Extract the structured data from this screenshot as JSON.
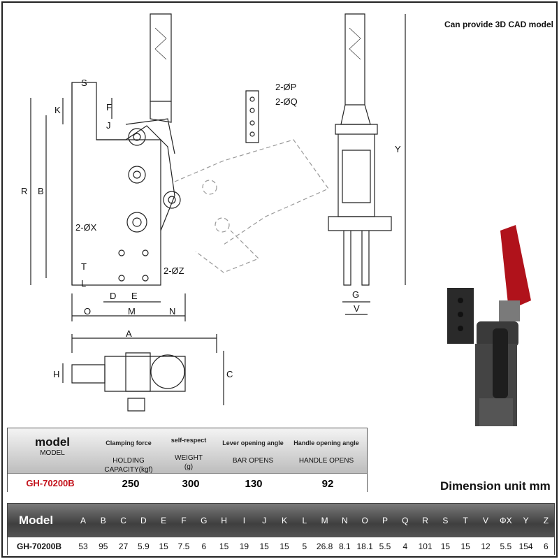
{
  "notes": {
    "cad": "Can provide 3D CAD model",
    "dimension_unit": "Dimension unit mm"
  },
  "drawing_labels": {
    "S": "S",
    "K": "K",
    "F": "F",
    "J": "J",
    "R": "R",
    "B": "B",
    "P": "2-ØP",
    "Q": "2-ØQ",
    "X": "2-ØX",
    "Z": "2-ØZ",
    "T": "T",
    "L": "L",
    "D": "D",
    "E": "E",
    "O": "O",
    "M": "M",
    "N": "N",
    "Y": "Y",
    "G": "G",
    "V": "V",
    "A": "A",
    "H": "H",
    "C": "C"
  },
  "spec_table": {
    "model_title": "model",
    "model_sub": "MODEL",
    "headers": [
      {
        "title": "Clamping force",
        "sub1": "HOLDING",
        "sub2": "CAPACITY(kgf)"
      },
      {
        "title": "self-respect",
        "sub1": "WEIGHT",
        "sub2": "(g)"
      },
      {
        "title": "Lever opening angle",
        "sub1": "BAR OPENS",
        "sub2": ""
      },
      {
        "title": "Handle opening angle",
        "sub1": "HANDLE OPENS",
        "sub2": ""
      }
    ],
    "row": {
      "model": "GH-70200B",
      "values": [
        "250",
        "300",
        "130",
        "92"
      ]
    }
  },
  "dimension_table": {
    "model_label": "Model",
    "columns": [
      "A",
      "B",
      "C",
      "D",
      "E",
      "F",
      "G",
      "H",
      "I",
      "J",
      "K",
      "L",
      "M",
      "N",
      "O",
      "P",
      "Q",
      "R",
      "S",
      "T",
      "V",
      "ΦX",
      "Y",
      "Z"
    ],
    "row_model": "GH-70200B",
    "values": [
      "53",
      "95",
      "27",
      "5.9",
      "15",
      "7.5",
      "6",
      "15",
      "19",
      "15",
      "15",
      "5",
      "26.8",
      "8.1",
      "18.1",
      "5.5",
      "4",
      "101",
      "15",
      "15",
      "12",
      "5.5",
      "154",
      "6"
    ],
    "red_columns": [
      "D",
      "E",
      "F",
      "G",
      "H",
      "M",
      "N",
      "O"
    ]
  },
  "colors": {
    "accent_red": "#c3121b",
    "header_dark": "#4a4a4a",
    "handle_red": "#b0121b"
  }
}
